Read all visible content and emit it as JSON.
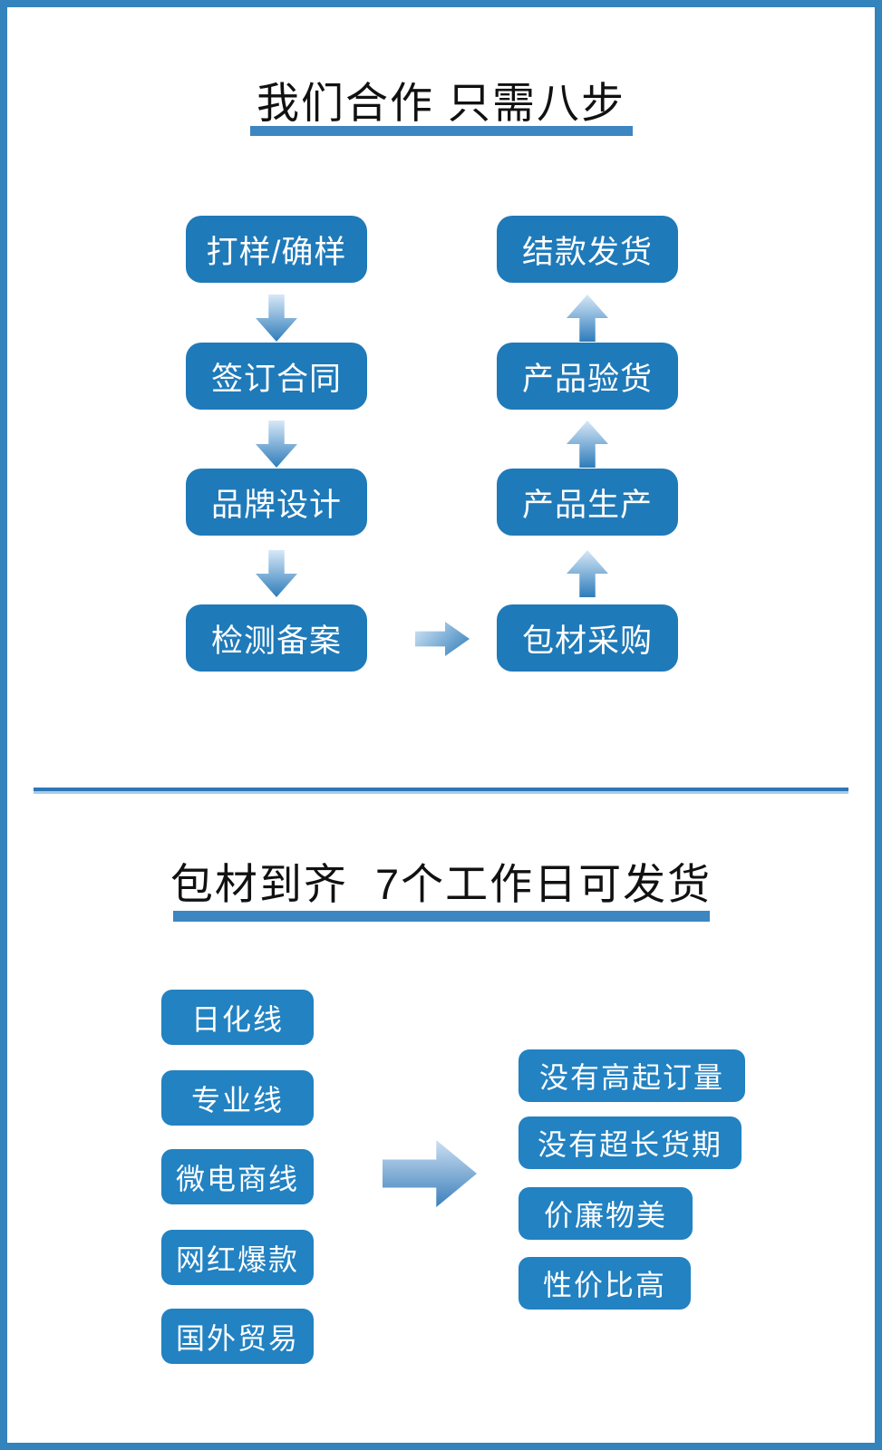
{
  "colors": {
    "page_border": "#3383bd",
    "flow_box_blue": "#1f7ab9",
    "tag_blue": "#2282c2",
    "title_underline_blue": "#3c86c2",
    "divider_blue": "#2d77b7",
    "arrow_gradient_light": "#d7e8f7",
    "arrow_gradient_dark": "#2e7cba",
    "text_white": "#ffffff",
    "title_black": "#111111"
  },
  "section_cooperation": {
    "title": "我们合作 只需八步",
    "left_steps": [
      "打样/确样",
      "签订合同",
      "品牌设计",
      "检测备案"
    ],
    "right_steps": [
      "结款发货",
      "产品验货",
      "产品生产",
      "包材采购"
    ]
  },
  "section_delivery": {
    "title": "包材到齐  7个工作日可发货",
    "product_lines": [
      "日化线",
      "专业线",
      "微电商线",
      "网红爆款",
      "国外贸易"
    ],
    "benefits": [
      "没有高起订量",
      "没有超长货期",
      "价廉物美",
      "性价比高"
    ]
  }
}
